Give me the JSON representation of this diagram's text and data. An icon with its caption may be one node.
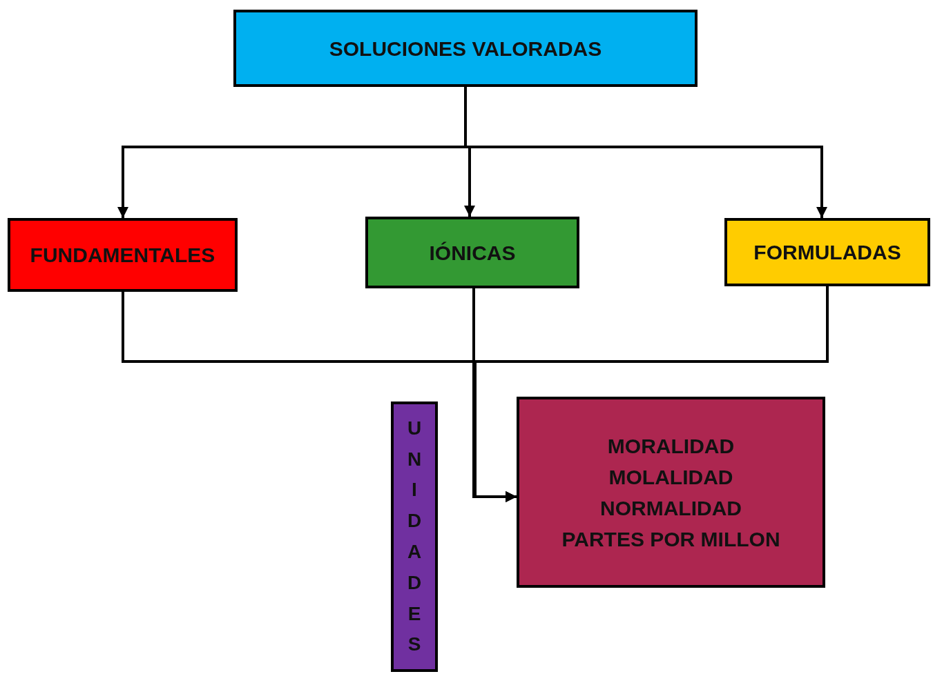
{
  "diagram": {
    "nodes": [
      {
        "text": [
          "SOLUCIONES VALORADAS"
        ]
      },
      {
        "text": [
          "FUNDAMENTALES"
        ]
      },
      {
        "text": [
          "IÓNICAS"
        ]
      },
      {
        "text": [
          "FORMULADAS"
        ]
      },
      {
        "text": [
          "UNIDADES"
        ]
      },
      {
        "text": [
          "MORALIDAD",
          "MOLALIDAD",
          "NORMALIDAD",
          "PARTES POR MILLON"
        ]
      }
    ],
    "edges": [
      {
        "from": 0,
        "to": 1,
        "arrow": "to"
      },
      {
        "from": 0,
        "to": 2,
        "arrow": "to"
      },
      {
        "from": 0,
        "to": 3,
        "arrow": "to"
      },
      {
        "from": 1,
        "to": 5,
        "arrow": "to"
      },
      {
        "from": 2,
        "to": 5,
        "arrow": "to"
      },
      {
        "from": 3,
        "to": 5,
        "arrow": "to"
      }
    ]
  }
}
